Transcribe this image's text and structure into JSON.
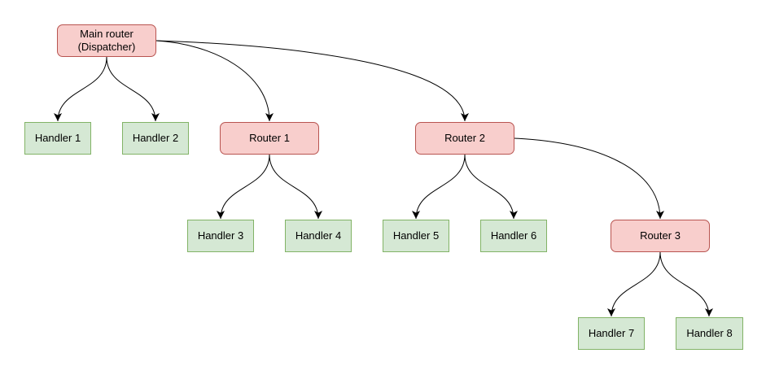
{
  "diagram": {
    "background_color": "#ffffff",
    "edge_color": "#000000",
    "styles": {
      "router": {
        "fill": "#f8cecc",
        "stroke": "#b85450"
      },
      "handler": {
        "fill": "#d5e8d4",
        "stroke": "#82b366"
      }
    },
    "nodes": {
      "main": {
        "label": "Main router",
        "sublabel": "(Dispatcher)",
        "type": "router"
      },
      "h1": {
        "label": "Handler 1",
        "type": "handler"
      },
      "h2": {
        "label": "Handler 2",
        "type": "handler"
      },
      "r1": {
        "label": "Router 1",
        "type": "router"
      },
      "r2": {
        "label": "Router 2",
        "type": "router"
      },
      "h3": {
        "label": "Handler 3",
        "type": "handler"
      },
      "h4": {
        "label": "Handler 4",
        "type": "handler"
      },
      "h5": {
        "label": "Handler 5",
        "type": "handler"
      },
      "h6": {
        "label": "Handler 6",
        "type": "handler"
      },
      "r3": {
        "label": "Router 3",
        "type": "router"
      },
      "h7": {
        "label": "Handler 7",
        "type": "handler"
      },
      "h8": {
        "label": "Handler 8",
        "type": "handler"
      }
    },
    "edges": [
      {
        "from": "main",
        "to": "h1"
      },
      {
        "from": "main",
        "to": "h2"
      },
      {
        "from": "main",
        "to": "r1"
      },
      {
        "from": "main",
        "to": "r2"
      },
      {
        "from": "r1",
        "to": "h3"
      },
      {
        "from": "r1",
        "to": "h4"
      },
      {
        "from": "r2",
        "to": "h5"
      },
      {
        "from": "r2",
        "to": "h6"
      },
      {
        "from": "r2",
        "to": "r3"
      },
      {
        "from": "r3",
        "to": "h7"
      },
      {
        "from": "r3",
        "to": "h8"
      }
    ]
  }
}
